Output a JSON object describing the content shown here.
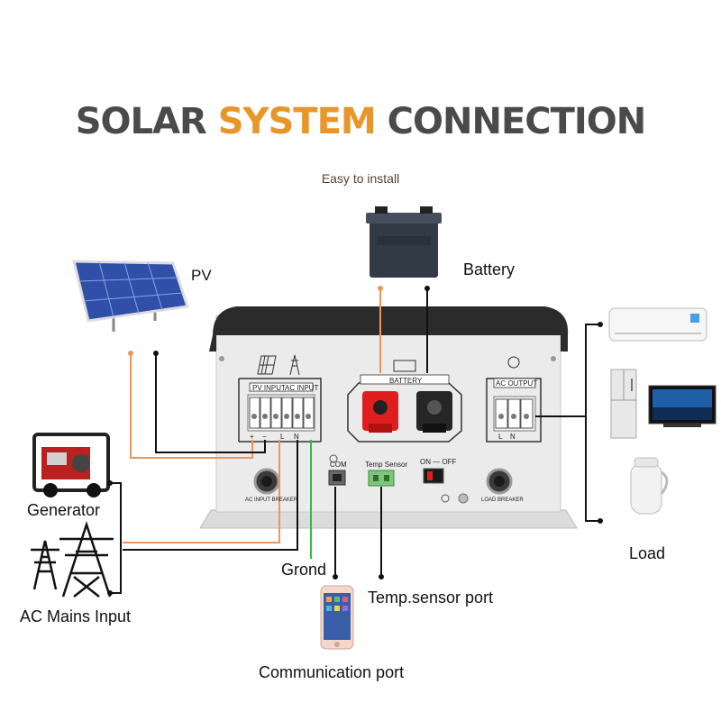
{
  "header": {
    "title_part1": "SOLAR",
    "title_part2": "SYSTEM",
    "title_part3": "CONNECTION",
    "subtitle": "Easy to install"
  },
  "labels": {
    "pv": "PV",
    "battery": "Battery",
    "generator": "Generator",
    "ac_mains": "AC Mains Input",
    "ground": "Grond",
    "temp_sensor": "Temp.sensor port",
    "communication": "Communication port",
    "load": "Load"
  },
  "inverter_panel": {
    "pv_input": "PV   INPUT",
    "ac_input": "AC  INPUT",
    "battery": "BATTERY",
    "ac_output": "AC OUTPUT",
    "pv_plus": "+",
    "pv_minus": "−",
    "l1": "L",
    "n1": "N",
    "l2": "L",
    "n2": "N",
    "com": "COM",
    "temp_sensor": "Temp Sensor",
    "switch": "ON — OFF",
    "ac_breaker": "AC INPUT BREAKER",
    "load_breaker": "LOAD BREAKER"
  },
  "colors": {
    "title_dark": "#4a4a4a",
    "title_accent": "#e8962a",
    "wire_orange": "#f0955a",
    "wire_black": "#111111",
    "wire_green": "#3cb54a",
    "terminal_red": "#e01e1e"
  }
}
